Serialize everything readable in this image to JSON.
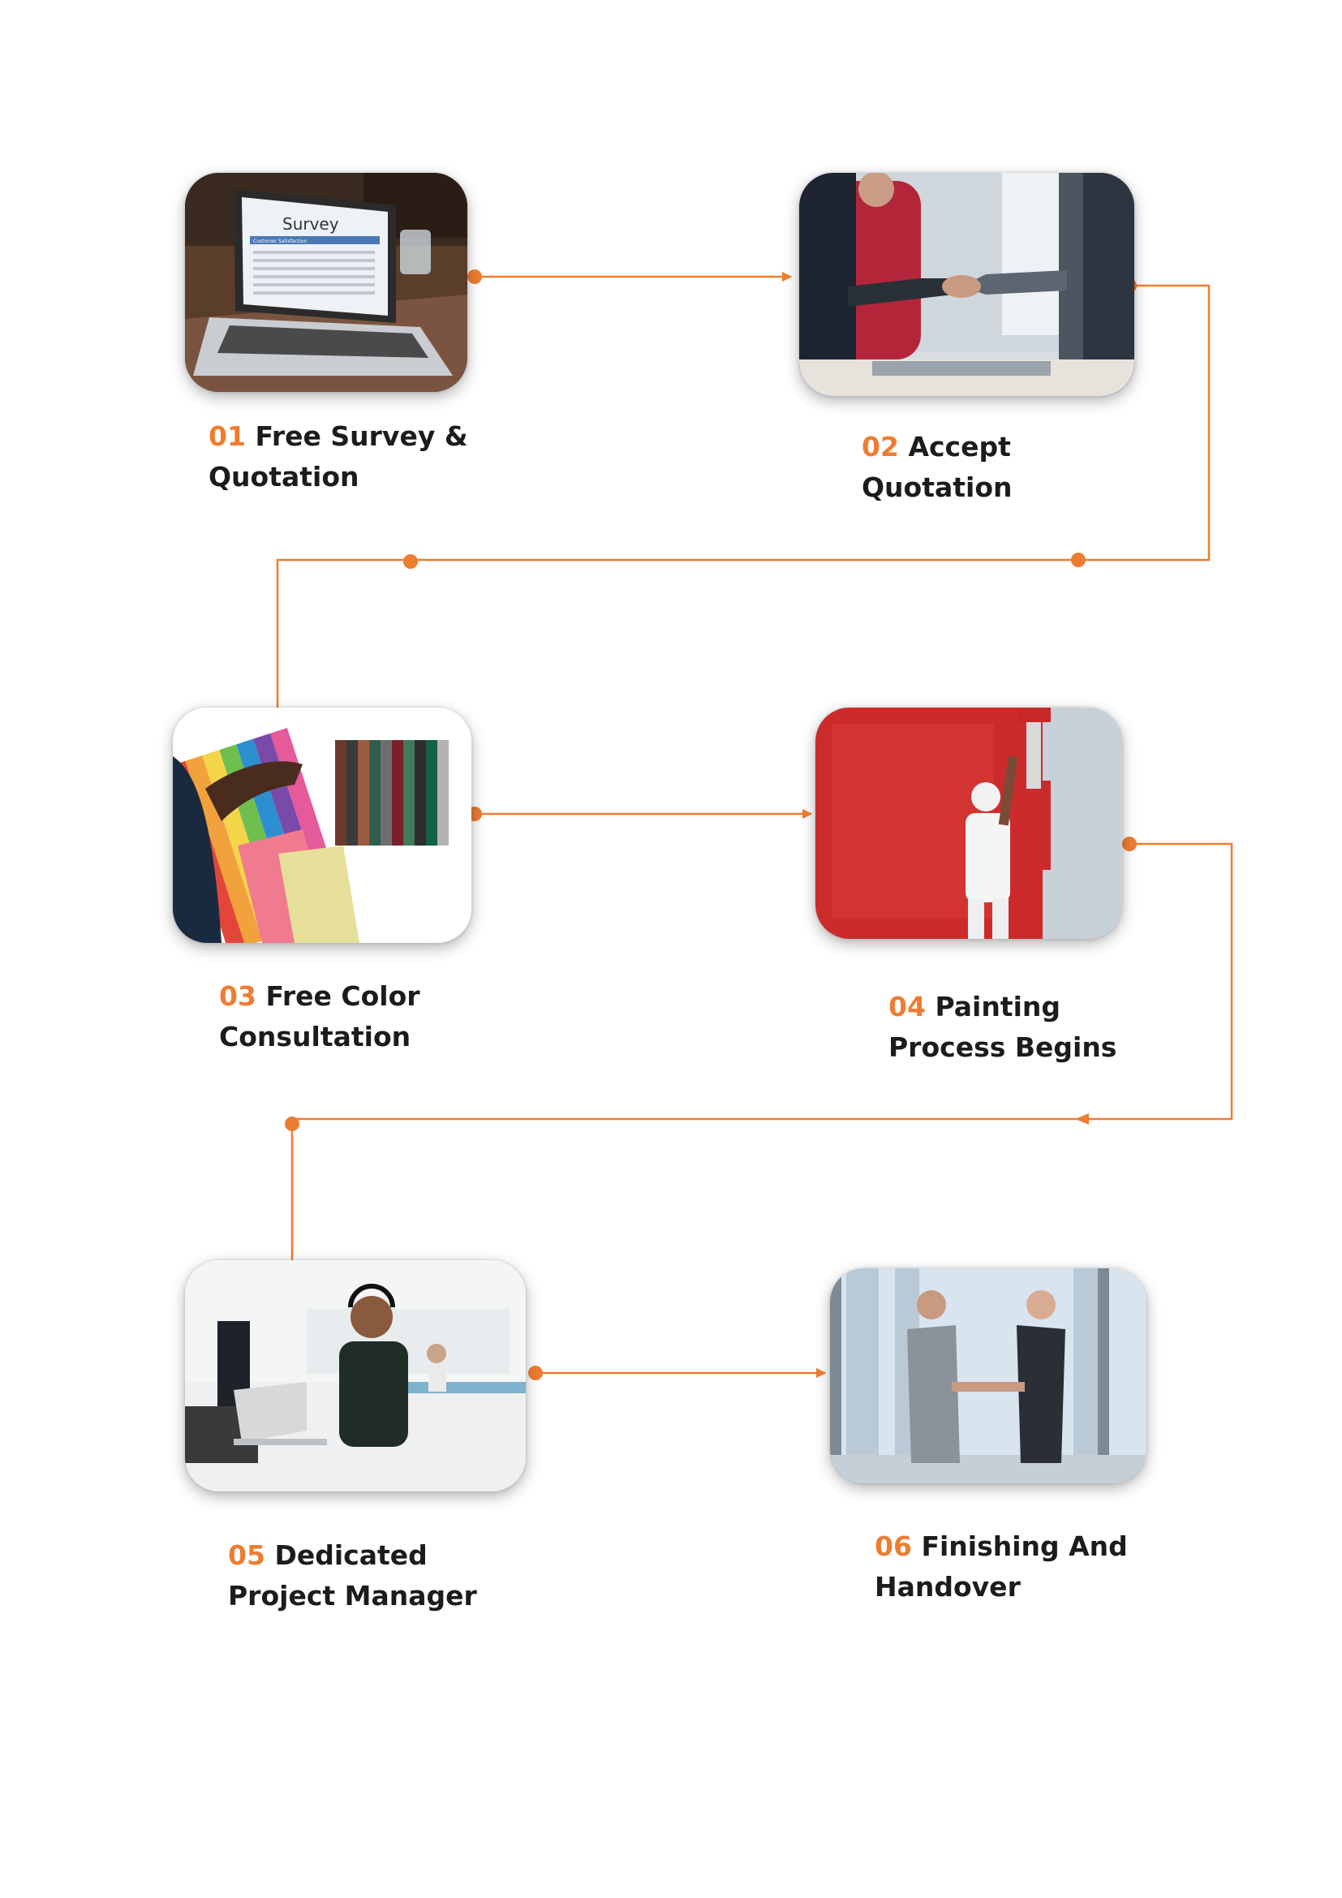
{
  "accent_color": "#ee7d31",
  "steps": [
    {
      "number": "01",
      "line1": "Free Survey &",
      "line2": "Quotation",
      "image": "laptop-survey-photo",
      "screen_text": "Survey",
      "screen_subtext": "Customer Satisfaction"
    },
    {
      "number": "02",
      "line1": "Accept",
      "line2": "Quotation",
      "image": "business-handshake-photo"
    },
    {
      "number": "03",
      "line1": "Free Color",
      "line2": "Consultation",
      "image": "color-swatch-fan-photo"
    },
    {
      "number": "04",
      "line1": "Painting",
      "line2": "Process Begins",
      "image": "painter-red-wall-photo"
    },
    {
      "number": "05",
      "line1": "Dedicated",
      "line2": "Project Manager",
      "image": "project-manager-laptop-photo"
    },
    {
      "number": "06",
      "line1": "Finishing And",
      "line2": "Handover",
      "image": "handover-handshake-photo"
    }
  ]
}
